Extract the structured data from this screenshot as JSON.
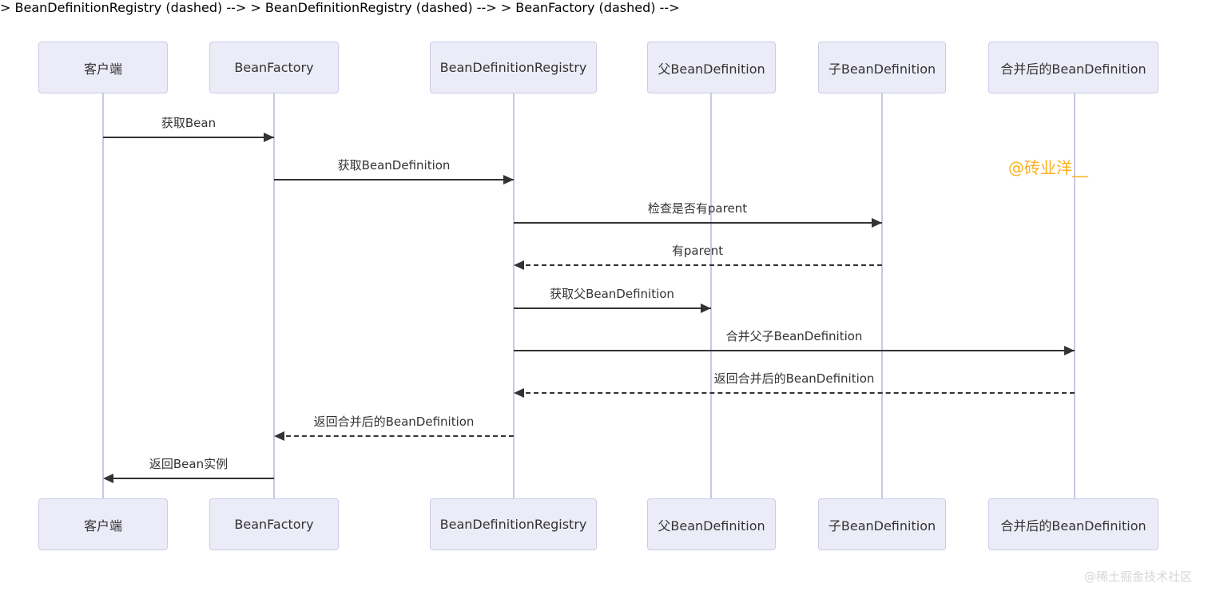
{
  "diagram_type": "sequence-diagram",
  "actors": [
    {
      "label": "客户端"
    },
    {
      "label": "BeanFactory"
    },
    {
      "label": "BeanDefinitionRegistry"
    },
    {
      "label": "父BeanDefinition"
    },
    {
      "label": "子BeanDefinition"
    },
    {
      "label": "合并后的BeanDefinition"
    }
  ],
  "messages": [
    {
      "label": "获取Bean",
      "from": "客户端",
      "to": "BeanFactory",
      "line": "solid"
    },
    {
      "label": "获取BeanDefinition",
      "from": "BeanFactory",
      "to": "BeanDefinitionRegistry",
      "line": "solid"
    },
    {
      "label": "检查是否有parent",
      "from": "BeanDefinitionRegistry",
      "to": "子BeanDefinition",
      "line": "solid"
    },
    {
      "label": "有parent",
      "from": "子BeanDefinition",
      "to": "BeanDefinitionRegistry",
      "line": "dashed"
    },
    {
      "label": "获取父BeanDefinition",
      "from": "BeanDefinitionRegistry",
      "to": "父BeanDefinition",
      "line": "solid"
    },
    {
      "label": "合并父子BeanDefinition",
      "from": "BeanDefinitionRegistry",
      "to": "合并后的BeanDefinition",
      "line": "solid"
    },
    {
      "label": "返回合并后的BeanDefinition",
      "from": "合并后的BeanDefinition",
      "to": "BeanDefinitionRegistry",
      "line": "dashed"
    },
    {
      "label": "返回合并后的BeanDefinition",
      "from": "BeanDefinitionRegistry",
      "to": "BeanFactory",
      "line": "dashed"
    },
    {
      "label": "返回Bean实例",
      "from": "BeanFactory",
      "to": "客户端",
      "line": "solid"
    }
  ],
  "watermarks": {
    "author": "@砖业洋__",
    "community": "@稀土掘金技术社区"
  },
  "colors": {
    "actor_fill": "#ECECF9",
    "actor_border": "#CBCBE8",
    "lifeline": "#C8C8E8",
    "arrow": "#333333",
    "text": "#333333",
    "watermark_author": "#FBB01E",
    "watermark_community": "#D6D6D6"
  }
}
